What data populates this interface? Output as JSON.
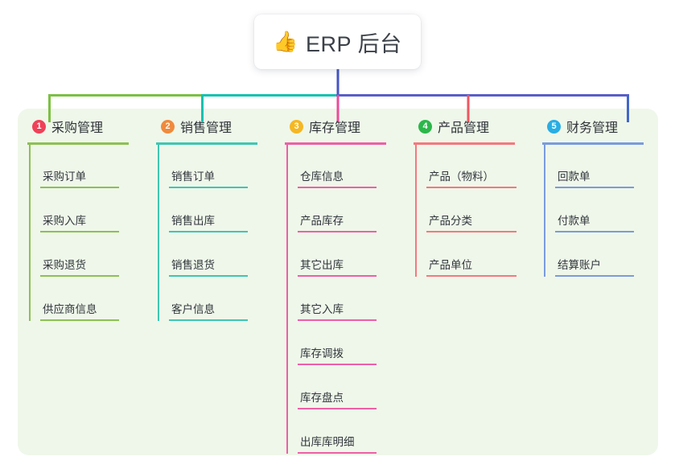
{
  "root": {
    "emoji": "👍",
    "emoji_name": "thumbs-up-emoji",
    "title": "ERP 后台"
  },
  "canvas": {
    "panel_background": "#eff7ea",
    "page_background": "#ffffff"
  },
  "connector": {
    "stem_color": "#4455c7",
    "segments": [
      {
        "color": "#7cc043",
        "label": "procurement-branch"
      },
      {
        "color": "#12c2b0",
        "label": "sales-branch"
      },
      {
        "color": "#5a5ec8",
        "label": "inventory-branch"
      },
      {
        "color": "#5a5ec8",
        "label": "product-branch"
      },
      {
        "color": "#4267c9",
        "label": "finance-branch"
      }
    ],
    "drops": [
      "#7cc043",
      "#12c2b0",
      "#ec4b99",
      "#f0555f",
      "#4267c9"
    ]
  },
  "columns": [
    {
      "number": "1",
      "title": "采购管理",
      "badge_color": "#ef4158",
      "line_color": "#8cc152",
      "items": [
        "采购订单",
        "采购入库",
        "采购退货",
        "供应商信息"
      ]
    },
    {
      "number": "2",
      "title": "销售管理",
      "badge_color": "#f08a3c",
      "line_color": "#3ec6b4",
      "items": [
        "销售订单",
        "销售出库",
        "销售退货",
        "客户信息"
      ]
    },
    {
      "number": "3",
      "title": "库存管理",
      "badge_color": "#f5b722",
      "line_color": "#ee5fa7",
      "items": [
        "仓库信息",
        "产品库存",
        "其它出库",
        "其它入库",
        "库存调拨",
        "库存盘点",
        "出库库明细"
      ]
    },
    {
      "number": "4",
      "title": "产品管理",
      "badge_color": "#2bb74a",
      "line_color": "#f4787e",
      "items": [
        "产品（物料）",
        "产品分类",
        "产品单位"
      ]
    },
    {
      "number": "5",
      "title": "财务管理",
      "badge_color": "#28aee4",
      "line_color": "#7a9bdd",
      "items": [
        "回款单",
        "付款单",
        "结算账户"
      ]
    }
  ]
}
